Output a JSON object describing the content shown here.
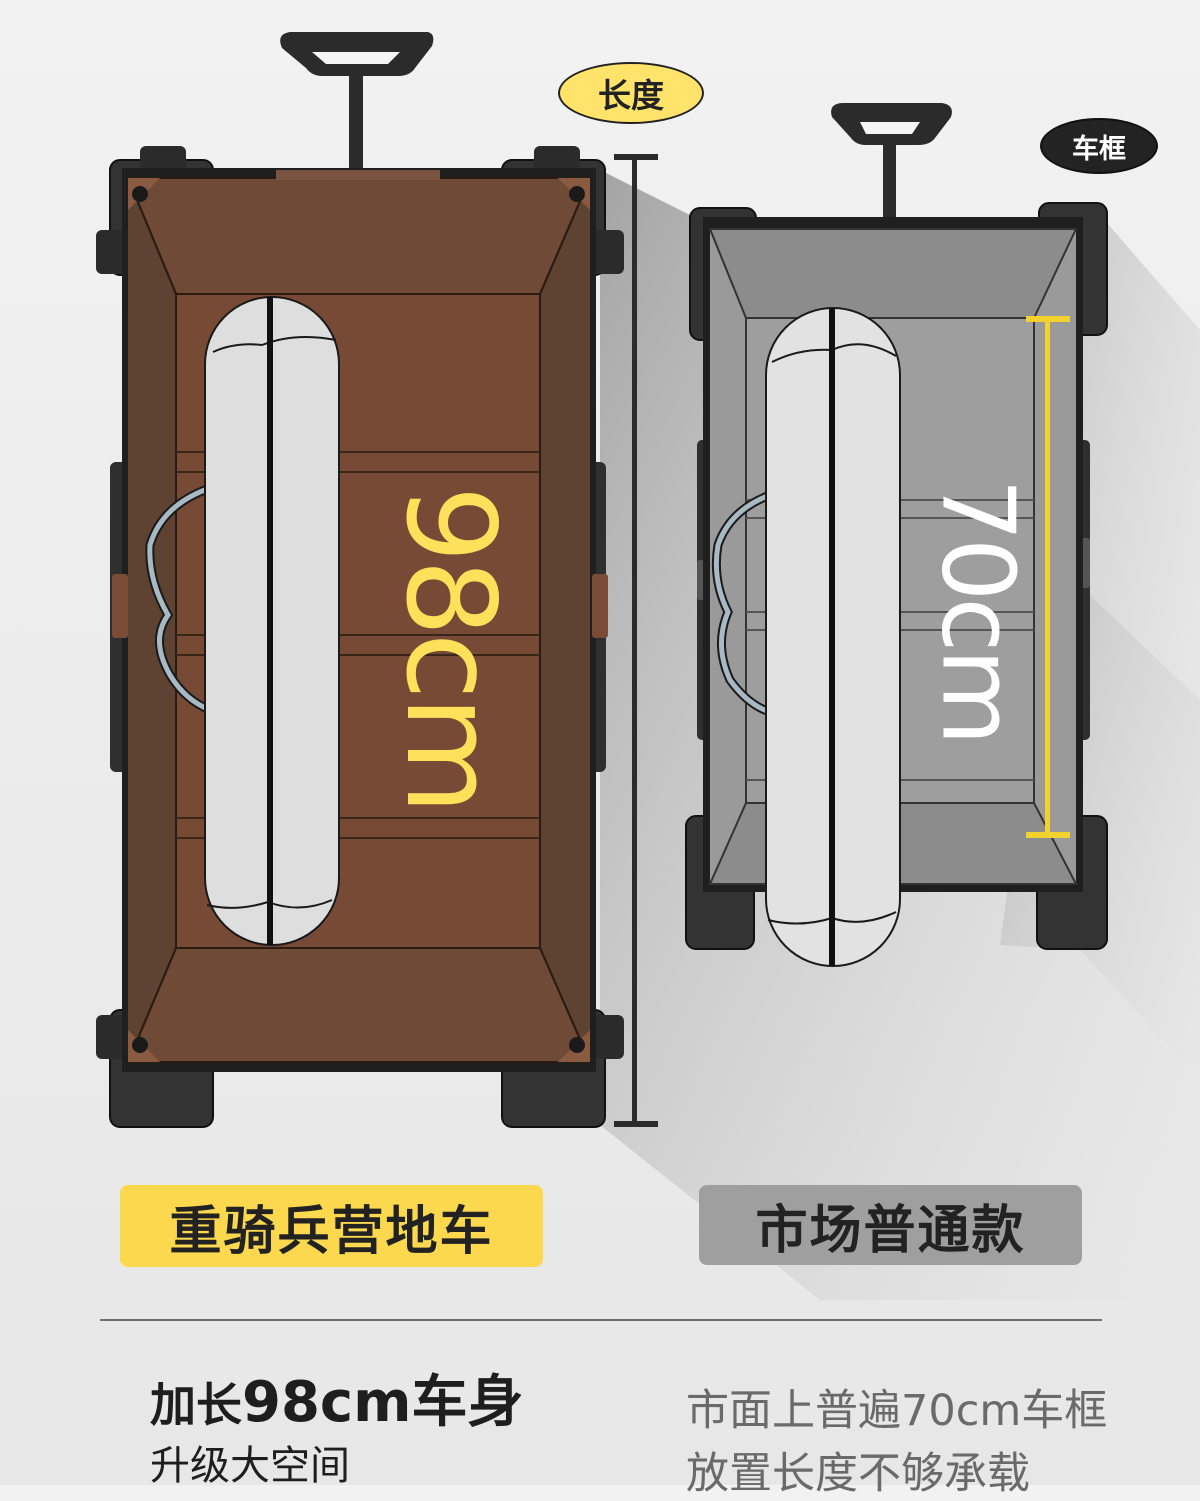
{
  "badges": {
    "length": "长度",
    "frame": "车框"
  },
  "measurements": {
    "ours": "98cm",
    "market": "70cm",
    "ours_marker_color": "#ffe05a",
    "market_marker_color": "#f2d22e"
  },
  "captions": {
    "ours": "重骑兵营地车",
    "market": "市场普通款"
  },
  "ours": {
    "headline_lead": "加长",
    "headline_main": "98cm车身",
    "subline": "升级大空间"
  },
  "market": {
    "line1": "市面上普遍70cm车框",
    "line2": "放置长度不够承载"
  },
  "colors": {
    "ours_caption": "#fbd84e",
    "market_caption": "#9f9f9f",
    "ours_body": "#774a35",
    "market_body": "#9a9a9a",
    "wheel": "#333333"
  },
  "icons": {
    "ours_wagon": "camping-wagon-brown",
    "market_wagon": "wagon-gray",
    "sleeping_bag": "sleeping-bag"
  }
}
